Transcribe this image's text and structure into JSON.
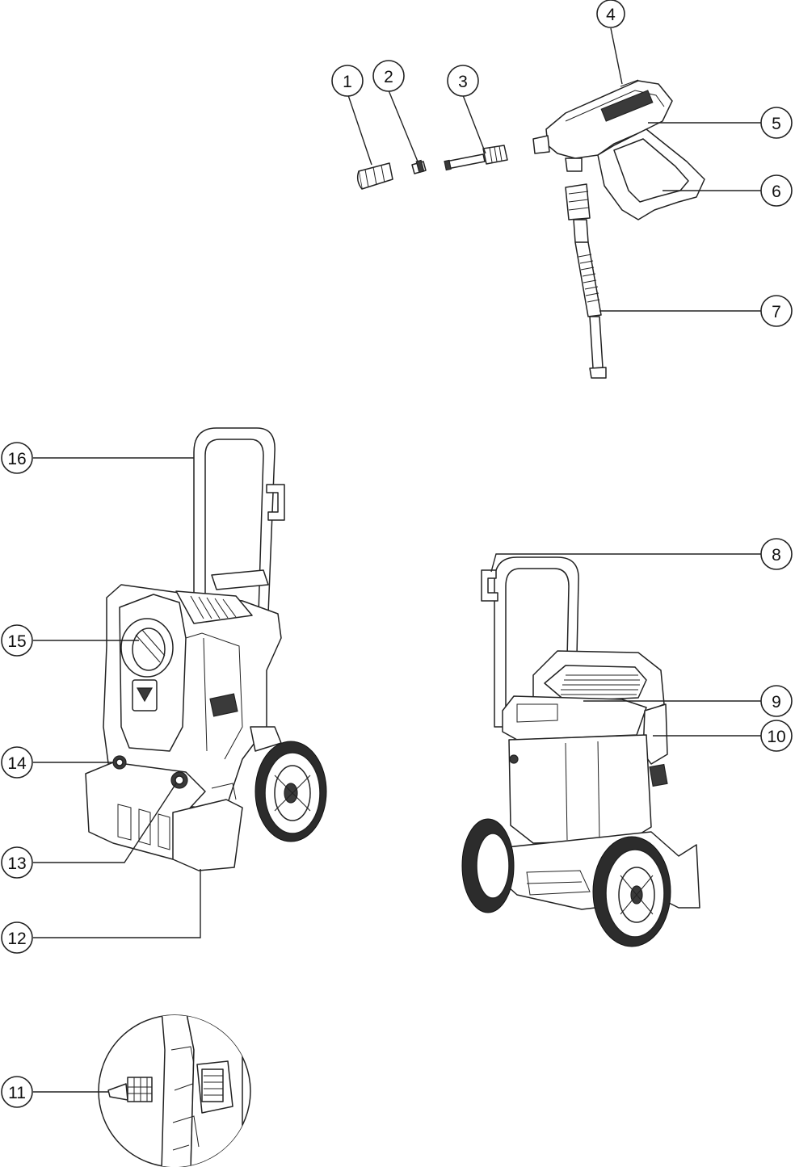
{
  "callouts": [
    {
      "id": "1",
      "label": "1"
    },
    {
      "id": "2",
      "label": "2"
    },
    {
      "id": "3",
      "label": "3"
    },
    {
      "id": "4",
      "label": "4"
    },
    {
      "id": "5",
      "label": "5"
    },
    {
      "id": "6",
      "label": "6"
    },
    {
      "id": "7",
      "label": "7"
    },
    {
      "id": "8",
      "label": "8"
    },
    {
      "id": "9",
      "label": "9"
    },
    {
      "id": "10",
      "label": "10"
    },
    {
      "id": "11",
      "label": "11"
    },
    {
      "id": "12",
      "label": "12"
    },
    {
      "id": "13",
      "label": "13"
    },
    {
      "id": "14",
      "label": "14"
    },
    {
      "id": "15",
      "label": "15"
    },
    {
      "id": "16",
      "label": "16"
    }
  ],
  "colors": {
    "line": "#222222",
    "background": "#ffffff",
    "fill_dark": "#3a3a3a"
  }
}
